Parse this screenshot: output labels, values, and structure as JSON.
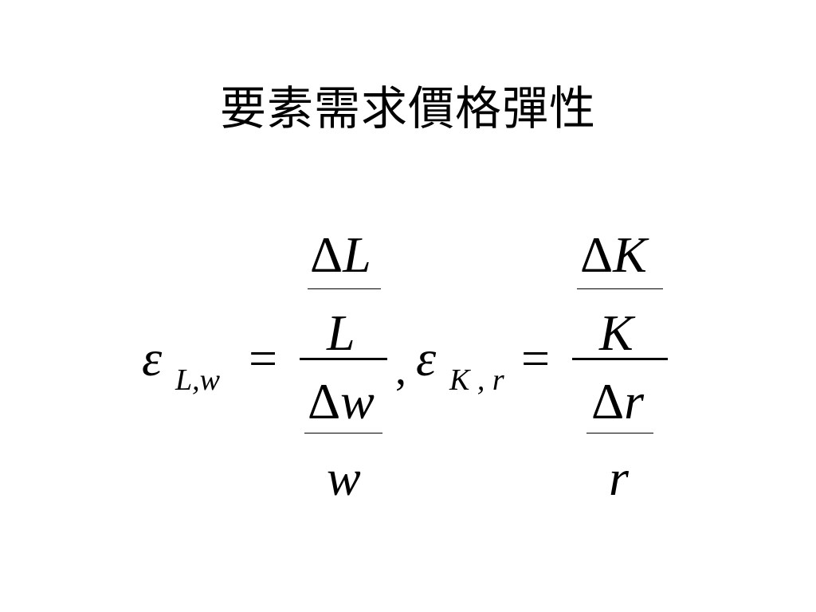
{
  "slide": {
    "title": "要素需求價格彈性"
  },
  "formula_labor": {
    "lhs_symbol": "ε",
    "lhs_subscript": "L,w",
    "equals": "=",
    "inner_top_numerator": "ΔL",
    "inner_top_denominator": "L",
    "inner_bottom_numerator": "Δw",
    "inner_bottom_denominator": "w"
  },
  "separator": ",",
  "formula_capital": {
    "lhs_symbol": "ε",
    "lhs_subscript": "K , r",
    "equals": "=",
    "inner_top_numerator": "ΔK",
    "inner_top_denominator": "K",
    "inner_bottom_numerator": "Δr",
    "inner_bottom_denominator": "r"
  }
}
